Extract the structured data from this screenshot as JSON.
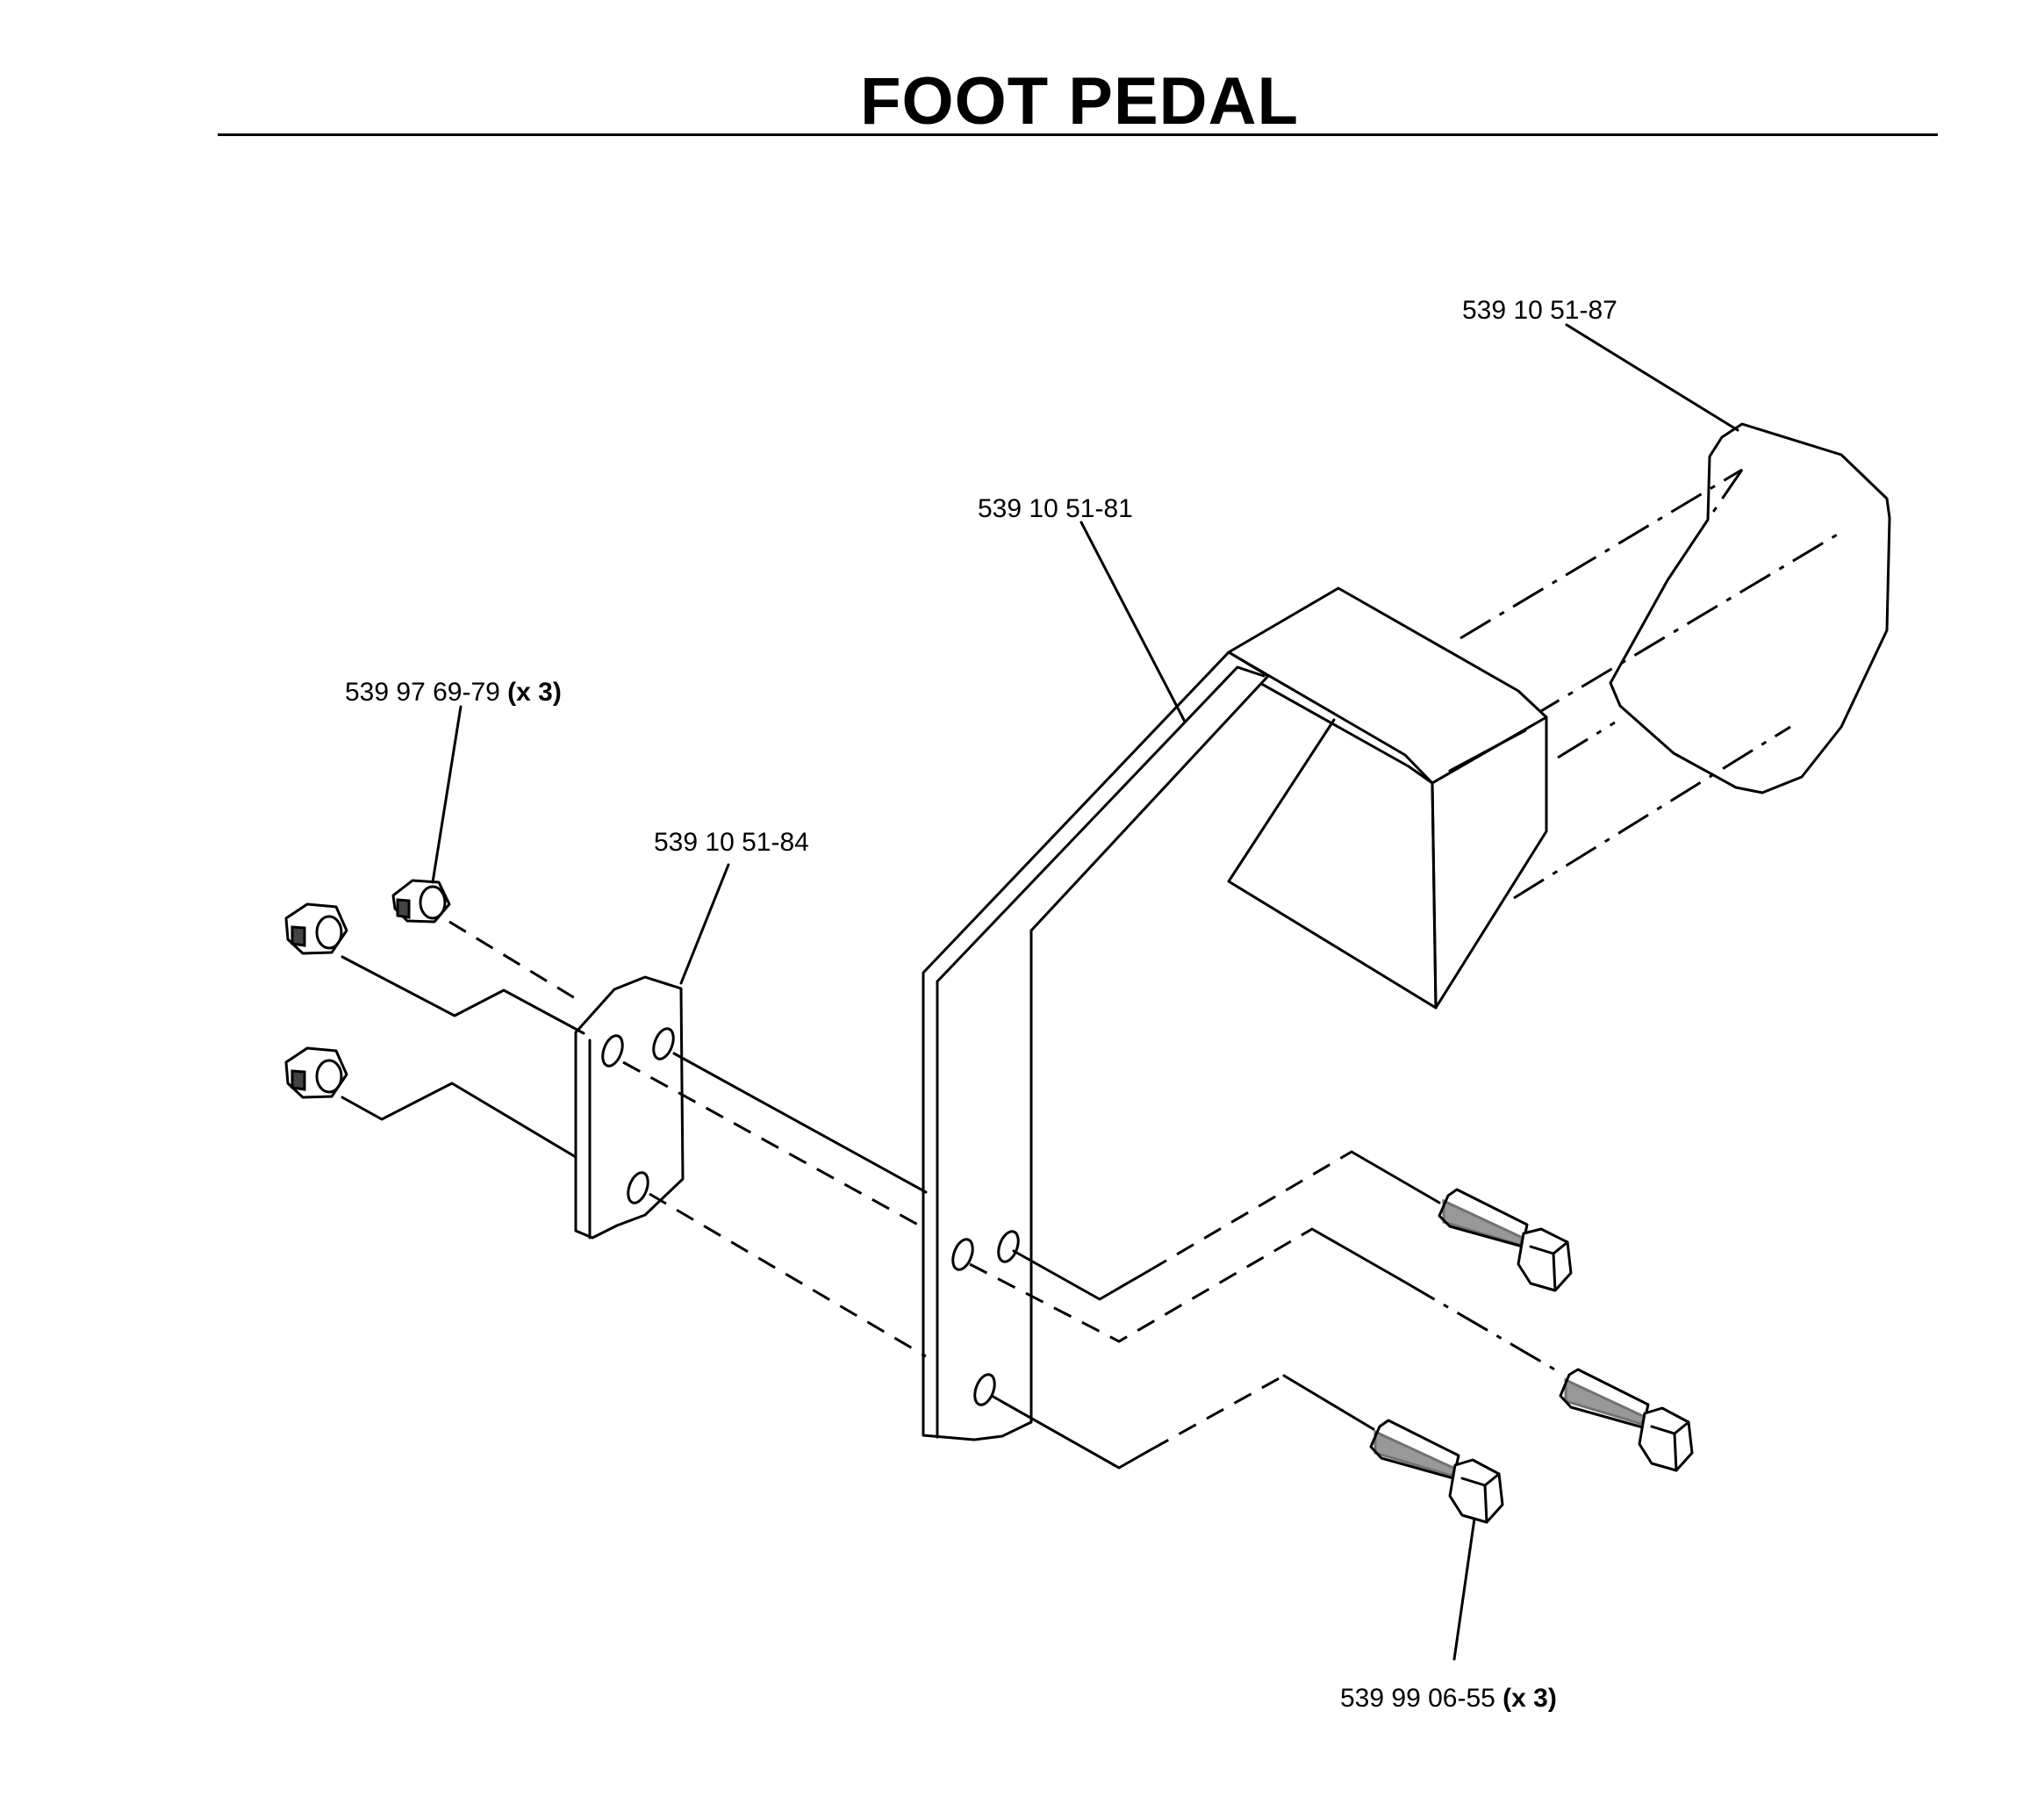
{
  "title": "FOOT PEDAL",
  "parts": {
    "pad": {
      "number": "539 10 51-87",
      "qty": ""
    },
    "pedal_arm": {
      "number": "539 10 51-81",
      "qty": ""
    },
    "plate": {
      "number": "539 10 51-84",
      "qty": ""
    },
    "nut": {
      "number": "539 97 69-79",
      "qty": "(x 3)"
    },
    "bolt": {
      "number": "539 99 06-55",
      "qty": "(x 3)"
    }
  }
}
